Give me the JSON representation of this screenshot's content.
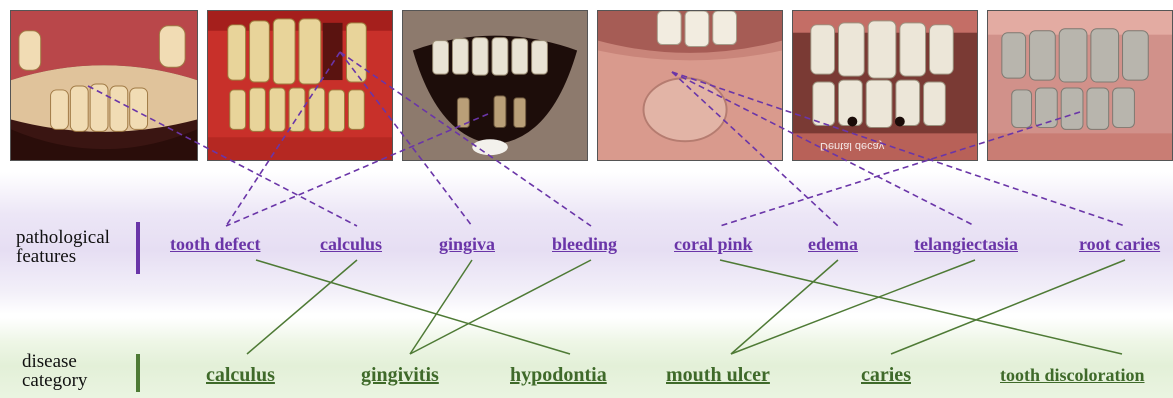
{
  "row_labels": {
    "features": [
      "pathological",
      "features"
    ],
    "disease": [
      "disease",
      "category"
    ]
  },
  "pathological_features": [
    "tooth defect",
    "calculus",
    "gingiva",
    "bleeding",
    "coral pink",
    "edema",
    "telangiectasia",
    "root caries"
  ],
  "disease_categories": [
    "calculus",
    "gingivitis",
    "hypodontia",
    "mouth ulcer",
    "caries",
    "tooth discoloration"
  ],
  "photos": [
    {
      "subject": "lower teeth with worn yellowed crowns"
    },
    {
      "subject": "inflamed red gums with tartar"
    },
    {
      "subject": "open mouth with missing lower teeth"
    },
    {
      "subject": "swollen lower lip lesion"
    },
    {
      "subject": "front teeth with dark cavities",
      "watermark": "Dental decay"
    },
    {
      "subject": "grey stained front teeth"
    }
  ],
  "image_to_feature_links": [
    {
      "photo": 0,
      "feature": "calculus"
    },
    {
      "photo": 1,
      "feature": "tooth defect"
    },
    {
      "photo": 1,
      "feature": "gingiva"
    },
    {
      "photo": 1,
      "feature": "bleeding"
    },
    {
      "photo": 2,
      "feature": "tooth defect"
    },
    {
      "photo": 3,
      "feature": "edema"
    },
    {
      "photo": 3,
      "feature": "telangiectasia"
    },
    {
      "photo": 3,
      "feature": "root caries"
    },
    {
      "photo": 5,
      "feature": "coral pink"
    }
  ],
  "feature_to_disease_links": [
    {
      "feature": "tooth defect",
      "disease": "hypodontia"
    },
    {
      "feature": "calculus",
      "disease": "calculus"
    },
    {
      "feature": "gingiva",
      "disease": "gingivitis"
    },
    {
      "feature": "bleeding",
      "disease": "gingivitis"
    },
    {
      "feature": "coral pink",
      "disease": "tooth discoloration"
    },
    {
      "feature": "edema",
      "disease": "mouth ulcer"
    },
    {
      "feature": "telangiectasia",
      "disease": "mouth ulcer"
    },
    {
      "feature": "root caries",
      "disease": "caries"
    }
  ],
  "colors": {
    "feature_text": "#6a35a8",
    "disease_text": "#3f6a2a",
    "dashed_link": "#6a35a8",
    "solid_link": "#4e7a35",
    "feature_bar": "#6a35a8",
    "disease_bar": "#4e7a35"
  }
}
